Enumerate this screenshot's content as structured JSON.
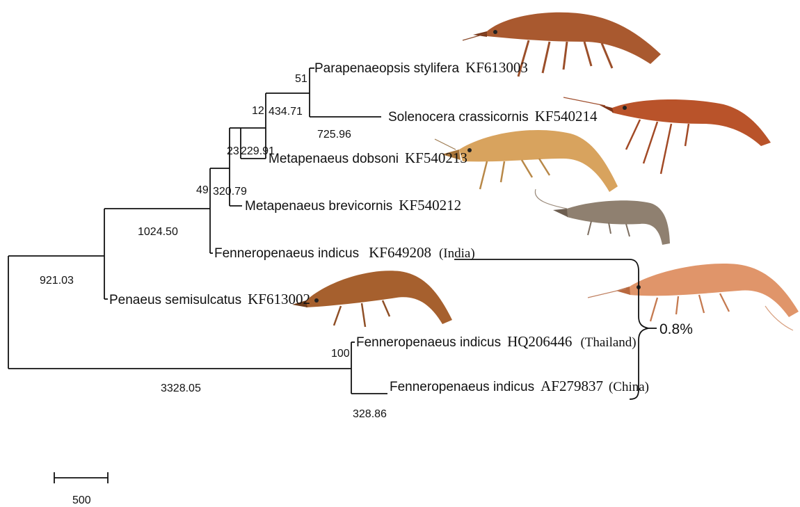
{
  "taxa": {
    "parapenaeopsis": {
      "name": "Parapenaeopsis stylifera",
      "accession": "KF613003"
    },
    "solenocera": {
      "name": "Solenocera crassicornis",
      "accession": "KF540214"
    },
    "met_dobsoni": {
      "name": "Metapenaeus dobsoni",
      "accession": "KF540213"
    },
    "met_brevicornis": {
      "name": "Metapenaeus brevicornis",
      "accession": "KF540212"
    },
    "fenn_india": {
      "name": "Fenneropenaeus indicus",
      "accession": "KF649208",
      "country": "(India)"
    },
    "penaeus": {
      "name": "Penaeus semisulcatus",
      "accession": "KF613002"
    },
    "fenn_thailand": {
      "name": "Fenneropenaeus indicus",
      "accession": "HQ206446",
      "country": "(Thailand)"
    },
    "fenn_china": {
      "name": "Fenneropenaeus indicus",
      "accession": "AF279837",
      "country": "(China)"
    }
  },
  "bootstrap": {
    "b51": "51",
    "b12": "12",
    "b23": "23",
    "b49": "49",
    "b100": "100"
  },
  "branch_lengths": {
    "l434": "434.71",
    "l725": "725.96",
    "l229": "229.91",
    "l320": "320.79",
    "l1024": "1024.50",
    "l921": "921.03",
    "l3328": "3328.05",
    "l328": "328.86"
  },
  "divergence": "0.8%",
  "scale_bar": {
    "value": "500"
  },
  "colors": {
    "line": "#111111",
    "shrimp_reddish": "#b5552c",
    "shrimp_pale": "#d9a560",
    "shrimp_grey": "#8f8070",
    "shrimp_pink": "#e0956a"
  }
}
